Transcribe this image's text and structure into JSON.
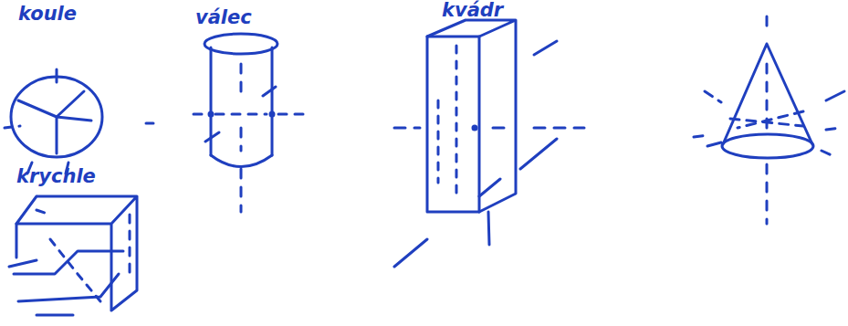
{
  "diagram": {
    "labels": [
      "koule",
      "válec",
      "kvádr",
      "krychle"
    ]
  }
}
